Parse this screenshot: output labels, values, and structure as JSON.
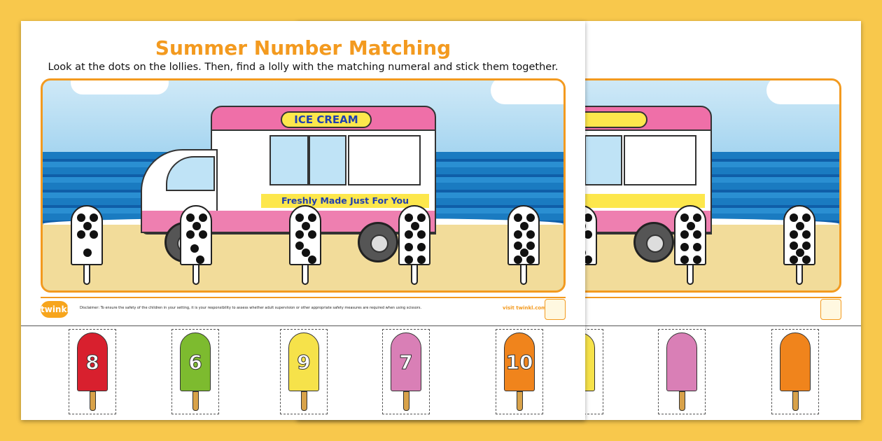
{
  "worksheet": {
    "title": "Summer Number Matching",
    "instructions": "Look at the dots on the lollies. Then, find a lolly with the matching numeral and stick them together.",
    "van": {
      "sign": "ICE CREAM",
      "banner": "Freshly Made Just For You"
    },
    "dot_lollies": [
      {
        "dots": 6
      },
      {
        "dots": 7
      },
      {
        "dots": 8
      },
      {
        "dots": 9
      },
      {
        "dots": 10
      }
    ],
    "footer": {
      "logo": "twinkl",
      "disclaimer": "Disclaimer: To ensure the safety of the children in your setting, it is your responsibility to assess whether adult supervision or other appropriate safety measures are required when using scissors.",
      "link": "visit twinkl.com"
    },
    "number_lollies": [
      {
        "number": "8",
        "color": "#d8202e"
      },
      {
        "number": "6",
        "color": "#7dbb2f"
      },
      {
        "number": "9",
        "color": "#f6e24a"
      },
      {
        "number": "7",
        "color": "#d97fb6"
      },
      {
        "number": "10",
        "color": "#f0841c"
      }
    ]
  },
  "colors": {
    "background": "#f8c84c",
    "accent": "#f39a1f"
  }
}
